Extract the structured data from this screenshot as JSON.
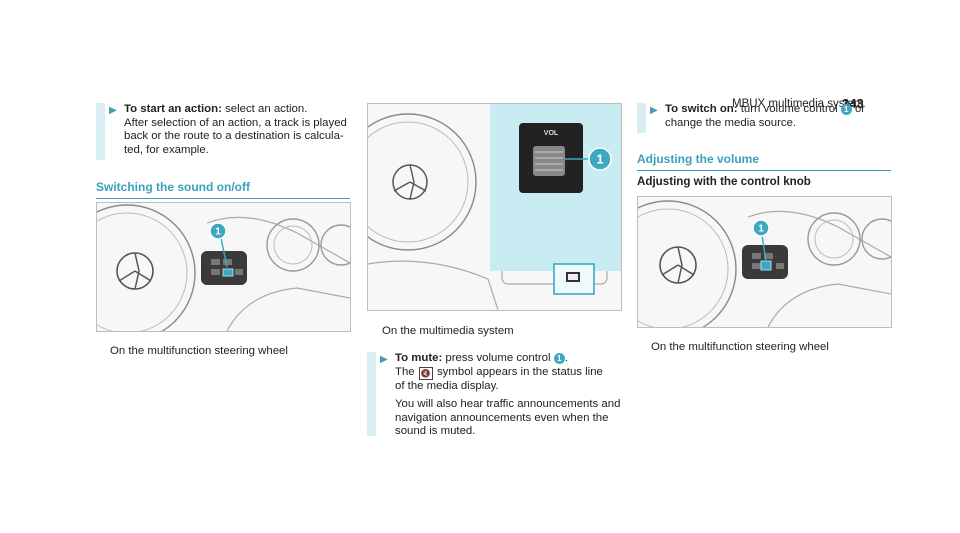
{
  "header": {
    "title": "MBUX multimedia system",
    "page": "343"
  },
  "col1": {
    "step_start": {
      "lead": "To start an action:",
      "text": "select an action.",
      "lines": [
        "After selection of an action, a track is played",
        "back or the route to a destination is calcula-",
        "ted, for example."
      ]
    },
    "section_heading": "Switching the sound on/off",
    "figure_caption": "On the multifunction steering wheel"
  },
  "col2": {
    "figure_label": "VOL",
    "figure_caption": "On the multimedia system",
    "step_mute": {
      "lead": "To mute:",
      "text": "press volume control",
      "badge": "1",
      "period": ".",
      "line2_a": "The",
      "line2_b": "symbol appears in the status line",
      "line3": "of the media display.",
      "para2": [
        "You will also hear traffic announcements and",
        "navigation announcements even when the",
        "sound is muted."
      ]
    }
  },
  "col3": {
    "step_on": {
      "lead": "To switch on:",
      "text": "turn volume control",
      "badge": "1",
      "text2": "or",
      "line2": "change the media source."
    },
    "section_heading": "Adjusting the volume",
    "sub_heading": "Adjusting with the control knob",
    "figure_caption": "On the multifunction steering wheel"
  },
  "badge_label": "1",
  "mute_icon": "speaker-muted-icon",
  "colors": {
    "accent": "#3aa0bd",
    "step_bar": "#d8eef3",
    "highlight_panel": "#c9ecf2",
    "badge": "#3da7c4"
  }
}
